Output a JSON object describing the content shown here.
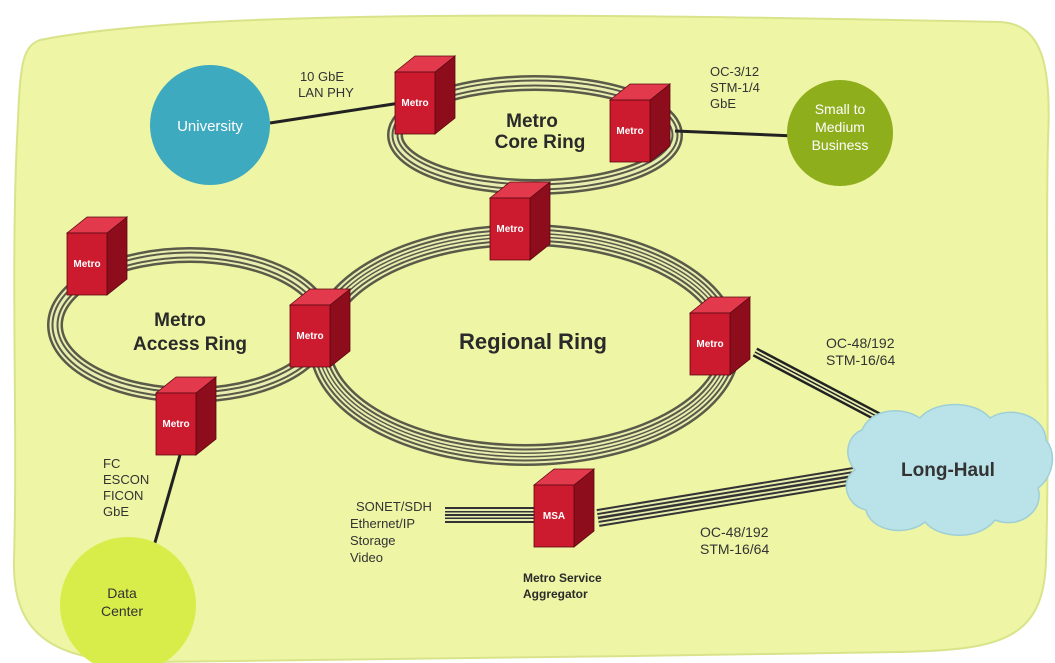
{
  "colors": {
    "background_blob": "#eef5a4",
    "blob_outline": "#d9e38a",
    "metro_front": "#cc1a2e",
    "metro_side": "#8e0d1c",
    "metro_top": "#e23a4c",
    "ring_stripe": "#5a5a48",
    "ring_gap": "#e8eeb0",
    "university": "#3daabf",
    "smb": "#8fae1c",
    "datacenter": "#d8ec4a",
    "longhaul": "#b9e3e8"
  },
  "rings": {
    "core": {
      "label_line1": "Metro",
      "label_line2": "Core Ring"
    },
    "access": {
      "label_line1": "Metro",
      "label_line2": "Access Ring"
    },
    "regional": {
      "label": "Regional Ring"
    }
  },
  "metro_label": "Metro",
  "msa": {
    "box_label": "MSA",
    "caption_line1": "Metro Service",
    "caption_line2": "Aggregator"
  },
  "nodes": {
    "university": "University",
    "smb": {
      "line1": "Small to",
      "line2": "Medium",
      "line3": "Business"
    },
    "datacenter": {
      "line1": "Data",
      "line2": "Center"
    },
    "longhaul": "Long-Haul"
  },
  "link_labels": {
    "university": {
      "line1": "10 GbE",
      "line2": "LAN PHY"
    },
    "smb": {
      "line1": "OC-3/12",
      "line2": "STM-1/4",
      "line3": "GbE"
    },
    "longhaul_upper": {
      "line1": "OC-48/192",
      "line2": "STM-16/64"
    },
    "datacenter": {
      "line1": "FC",
      "line2": "ESCON",
      "line3": "FICON",
      "line4": "GbE"
    },
    "msa_in": {
      "line1": "SONET/SDH",
      "line2": "Ethernet/IP",
      "line3": "Storage",
      "line4": "Video"
    },
    "longhaul_lower": {
      "line1": "OC-48/192",
      "line2": "STM-16/64"
    }
  }
}
